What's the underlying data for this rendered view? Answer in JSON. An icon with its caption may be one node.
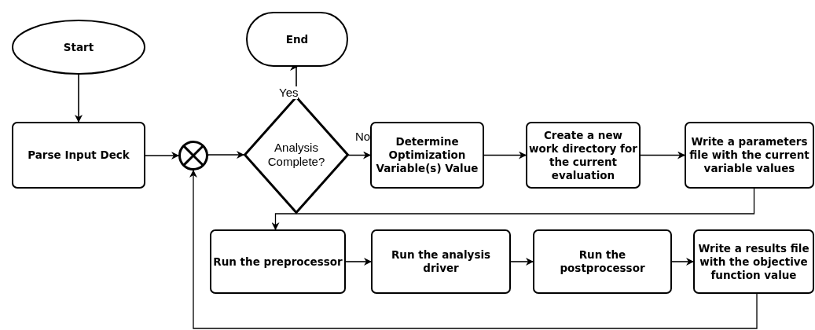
{
  "diagram": {
    "nodes": [
      {
        "text": [
          "Start"
        ]
      },
      {
        "text": [
          "End"
        ]
      },
      {
        "text": [
          "Parse Input Deck"
        ]
      },
      {
        "text": [],
        "shape": "circle"
      },
      {
        "text": [
          "Analysis Complete?"
        ]
      },
      {
        "text": [
          "Determine Optimization Variable(s) Value"
        ]
      },
      {
        "text": [
          "Create a new work directory for the current evaluation"
        ]
      },
      {
        "text": [
          "Write a parameters file with the current variable values"
        ]
      },
      {
        "text": [
          "Run the preprocessor"
        ]
      },
      {
        "text": [
          "Run the analysis driver"
        ]
      },
      {
        "text": [
          "Run the postprocessor"
        ]
      },
      {
        "text": [
          "Write a results file with the objective function value"
        ]
      }
    ],
    "edges": [
      {
        "from": 0,
        "to": 2,
        "arrow": "to"
      },
      {
        "from": 2,
        "to": 3,
        "arrow": "to"
      },
      {
        "from": 3,
        "to": 4,
        "arrow": "to"
      },
      {
        "from": 4,
        "to": 1,
        "arrow": "to",
        "label": "Yes"
      },
      {
        "from": 4,
        "to": 5,
        "arrow": "to",
        "label": "No"
      },
      {
        "from": 5,
        "to": 6,
        "arrow": "to"
      },
      {
        "from": 6,
        "to": 7,
        "arrow": "to"
      },
      {
        "from": 7,
        "to": 8,
        "arrow": "to"
      },
      {
        "from": 8,
        "to": 9,
        "arrow": "to"
      },
      {
        "from": 9,
        "to": 10,
        "arrow": "to"
      },
      {
        "from": 10,
        "to": 11,
        "arrow": "to"
      },
      {
        "from": 11,
        "to": 3,
        "arrow": "to"
      }
    ]
  }
}
